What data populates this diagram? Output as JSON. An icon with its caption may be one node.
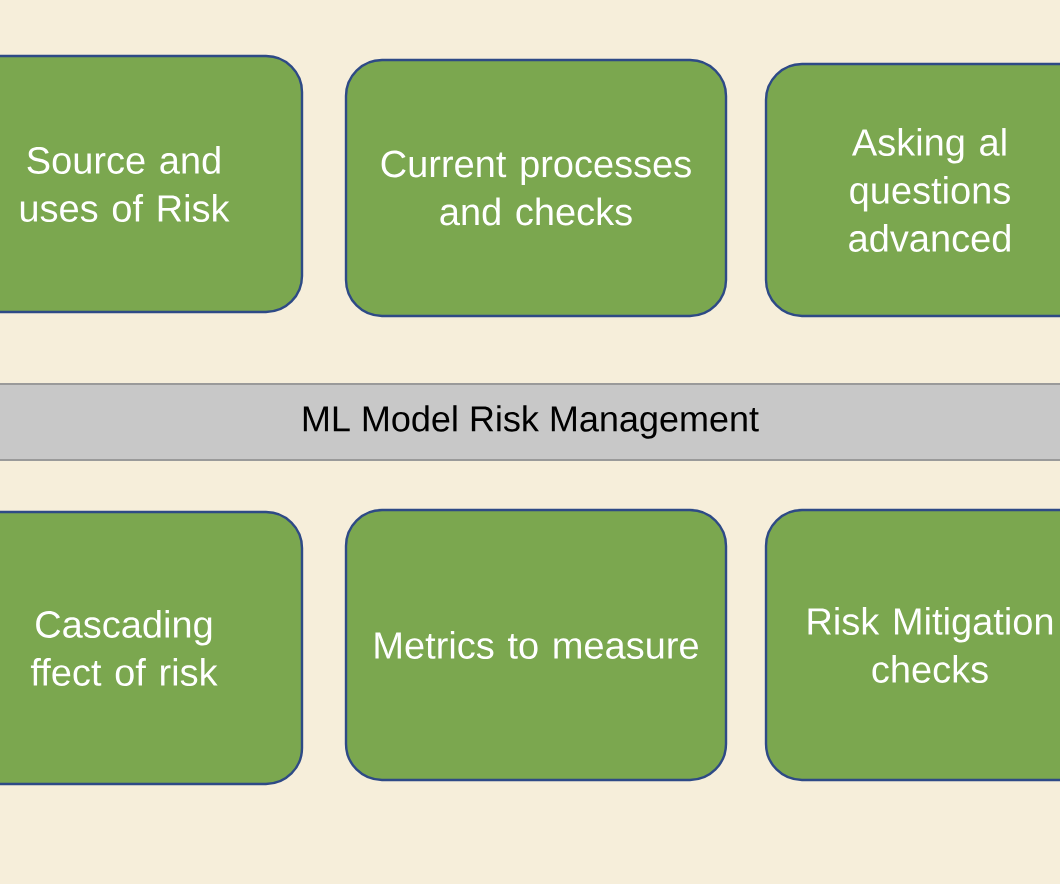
{
  "diagram": {
    "nodes": [
      {
        "text": [
          "Source and uses of Risk"
        ]
      },
      {
        "text": [
          "Current processes and checks"
        ]
      },
      {
        "text": [
          "Asking al questions advanced"
        ]
      },
      {
        "text": [
          "ML Model Risk Management"
        ]
      },
      {
        "text": [
          "Cascading ffect of risk"
        ]
      },
      {
        "text": [
          "Metrics to measure"
        ]
      },
      {
        "text": [
          "Risk Mitigation checks"
        ]
      }
    ]
  }
}
